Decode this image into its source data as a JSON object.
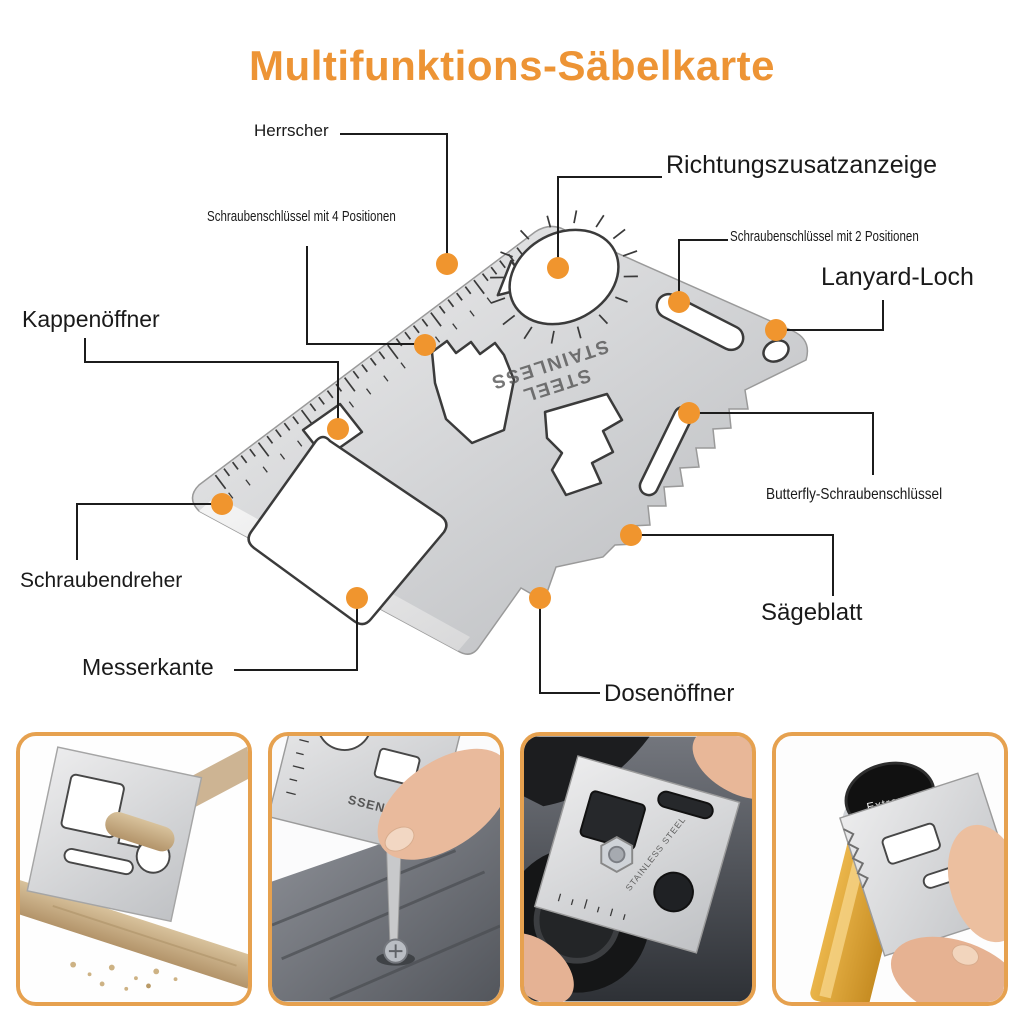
{
  "title": {
    "text": "Multifunktions-Säbelkarte"
  },
  "colors": {
    "accent_dot": "#f0952e",
    "title": "#ed9435",
    "callout_line": "#1c1c1c",
    "photo_border": "#e6a14f",
    "label_text": "#1a1a1a"
  },
  "card": {
    "engraving_line1": "STAINLESS",
    "engraving_line2": "STEEL"
  },
  "labels": [
    {
      "id": "herrscher",
      "text": "Herrscher"
    },
    {
      "id": "wrench4",
      "text": "Schraubenschlüssel mit 4 Positionen"
    },
    {
      "id": "direction",
      "text": "Richtungszusatzanzeige"
    },
    {
      "id": "wrench2",
      "text": "Schraubenschlüssel mit 2 Positionen"
    },
    {
      "id": "lanyard",
      "text": "Lanyard-Loch"
    },
    {
      "id": "capopener",
      "text": "Kappenöffner"
    },
    {
      "id": "butterfly",
      "text": "Butterfly-Schraubenschlüssel"
    },
    {
      "id": "screwdriver",
      "text": "Schraubendreher"
    },
    {
      "id": "saw",
      "text": "Sägeblatt"
    },
    {
      "id": "knife",
      "text": "Messerkante"
    },
    {
      "id": "canopener",
      "text": "Dosenöffner"
    }
  ],
  "photos": [
    {
      "id": "saw-branch",
      "desc": "card sawing a wooden branch"
    },
    {
      "id": "screwdriver-use",
      "desc": "card driving a screw",
      "stamp": "SSENIVIS"
    },
    {
      "id": "wrench-bolt",
      "desc": "card turning a hex bolt",
      "stamp": "STAINLESS STEEL"
    },
    {
      "id": "bottle-opener",
      "desc": "card opening a bottle",
      "cap_text": "Extreme"
    }
  ]
}
